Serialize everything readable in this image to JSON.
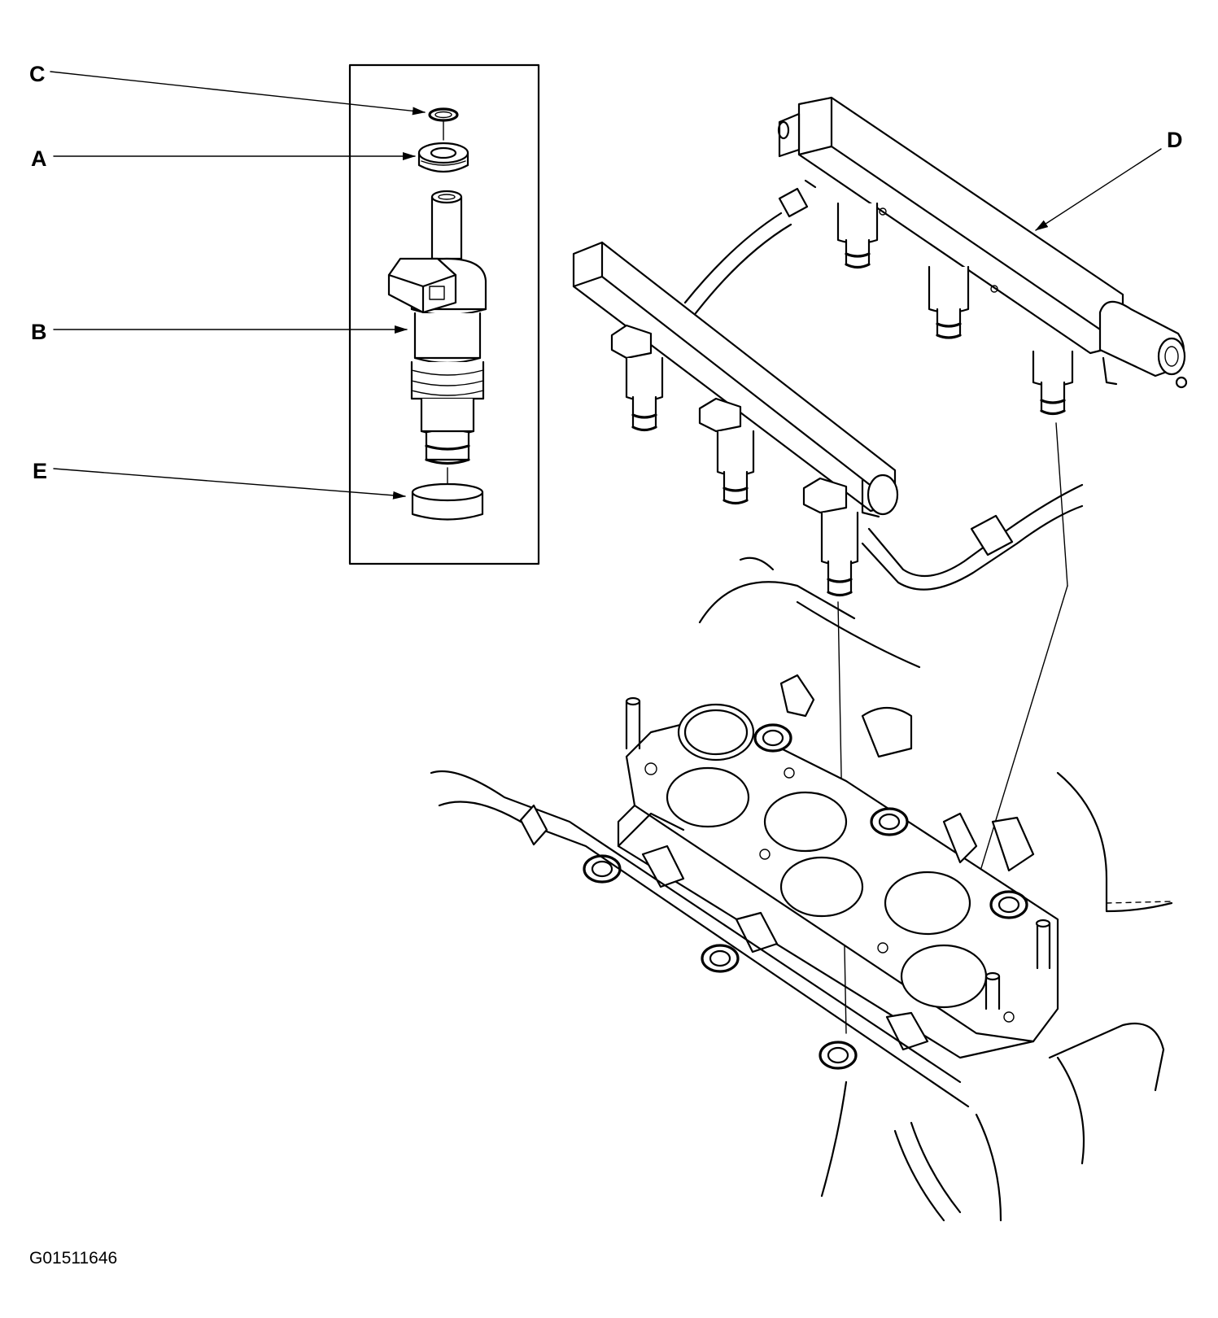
{
  "callouts": [
    {
      "id": "C",
      "label": "C",
      "part": "o-ring"
    },
    {
      "id": "A",
      "label": "A",
      "part": "cushion-ring"
    },
    {
      "id": "B",
      "label": "B",
      "part": "fuel-injector"
    },
    {
      "id": "E",
      "label": "E",
      "part": "seal-ring"
    },
    {
      "id": "D",
      "label": "D",
      "part": "fuel-rail"
    }
  ],
  "figure_id": "G01511646",
  "colors": {
    "ink": "#000000",
    "paper": "#ffffff"
  },
  "icons": [
    "arrow-head"
  ]
}
